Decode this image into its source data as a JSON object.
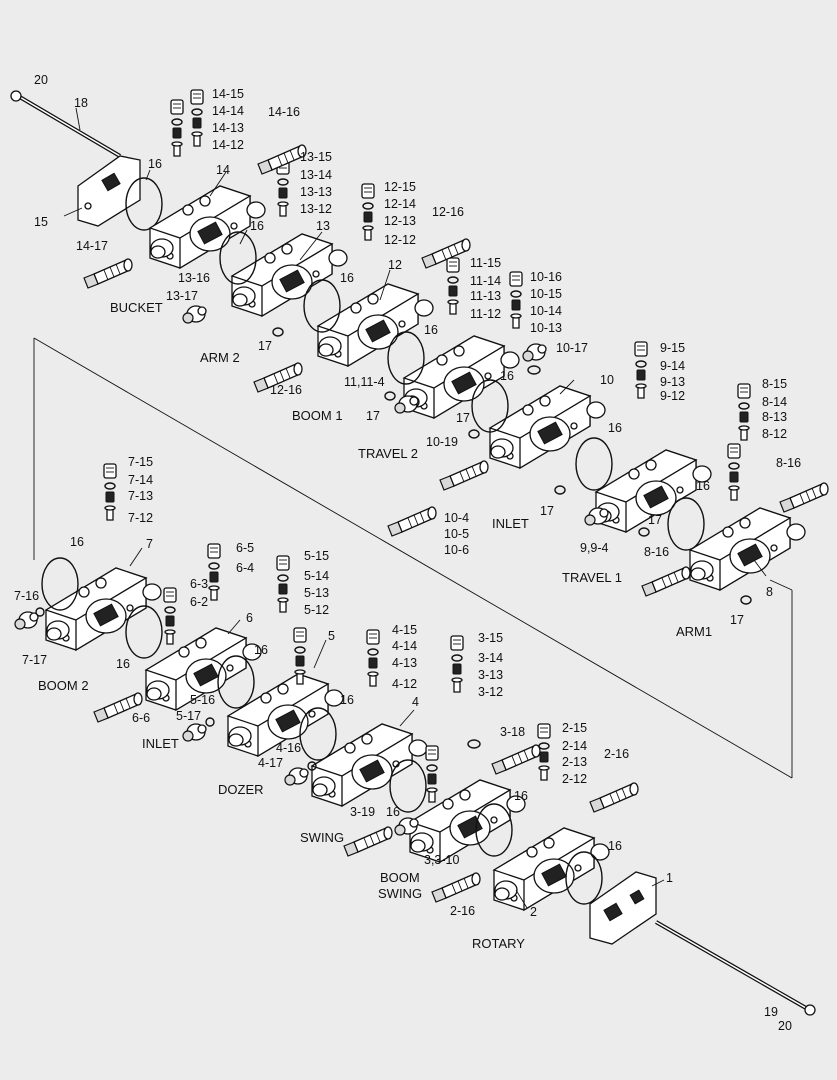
{
  "section_labels": [
    {
      "id": "bucket",
      "text": "BUCKET"
    },
    {
      "id": "arm2",
      "text": "ARM 2"
    },
    {
      "id": "boom1",
      "text": "BOOM 1"
    },
    {
      "id": "travel2",
      "text": "TRAVEL 2"
    },
    {
      "id": "inlet-upper",
      "text": "INLET"
    },
    {
      "id": "travel1",
      "text": "TRAVEL 1"
    },
    {
      "id": "arm1",
      "text": "ARM1"
    },
    {
      "id": "boom2",
      "text": "BOOM 2"
    },
    {
      "id": "inlet-lower",
      "text": "INLET"
    },
    {
      "id": "dozer",
      "text": "DOZER"
    },
    {
      "id": "swing",
      "text": "SWING"
    },
    {
      "id": "boom-swing-1",
      "text": "BOOM"
    },
    {
      "id": "boom-swing-2",
      "text": "SWING"
    },
    {
      "id": "rotary",
      "text": "ROTARY"
    }
  ],
  "callouts": [
    "20",
    "18",
    "15",
    "16",
    "14",
    "14-15",
    "14-14",
    "14-13",
    "14-12",
    "14-16",
    "14-17",
    "13",
    "13-15",
    "13-14",
    "13-13",
    "13-12",
    "13-16",
    "13-17",
    "12",
    "12-15",
    "12-14",
    "12-13",
    "12-12",
    "12-16",
    "11,11-4",
    "11-15",
    "11-14",
    "11-13",
    "11-12",
    "10",
    "10-16",
    "10-15",
    "10-14",
    "10-13",
    "10-17",
    "10-19",
    "10-4",
    "10-5",
    "10-6",
    "9-15",
    "9-14",
    "9-13",
    "9-12",
    "9,9-4",
    "8",
    "8-15",
    "8-14",
    "8-13",
    "8-12",
    "8-16",
    "17",
    "7",
    "7-15",
    "7-14",
    "7-13",
    "7-12",
    "7-16",
    "7-17",
    "6",
    "6-5",
    "6-4",
    "6-3",
    "6-2",
    "6-6",
    "5",
    "5-15",
    "5-14",
    "5-13",
    "5-12",
    "5-16",
    "5-17",
    "4",
    "4-15",
    "4-14",
    "4-13",
    "4-12",
    "4-16",
    "4-17",
    "3-15",
    "3-14",
    "3-13",
    "3-12",
    "3-18",
    "3-19",
    "3,3-10",
    "2",
    "2-15",
    "2-14",
    "2-13",
    "2-12",
    "2-16",
    "1",
    "19"
  ]
}
